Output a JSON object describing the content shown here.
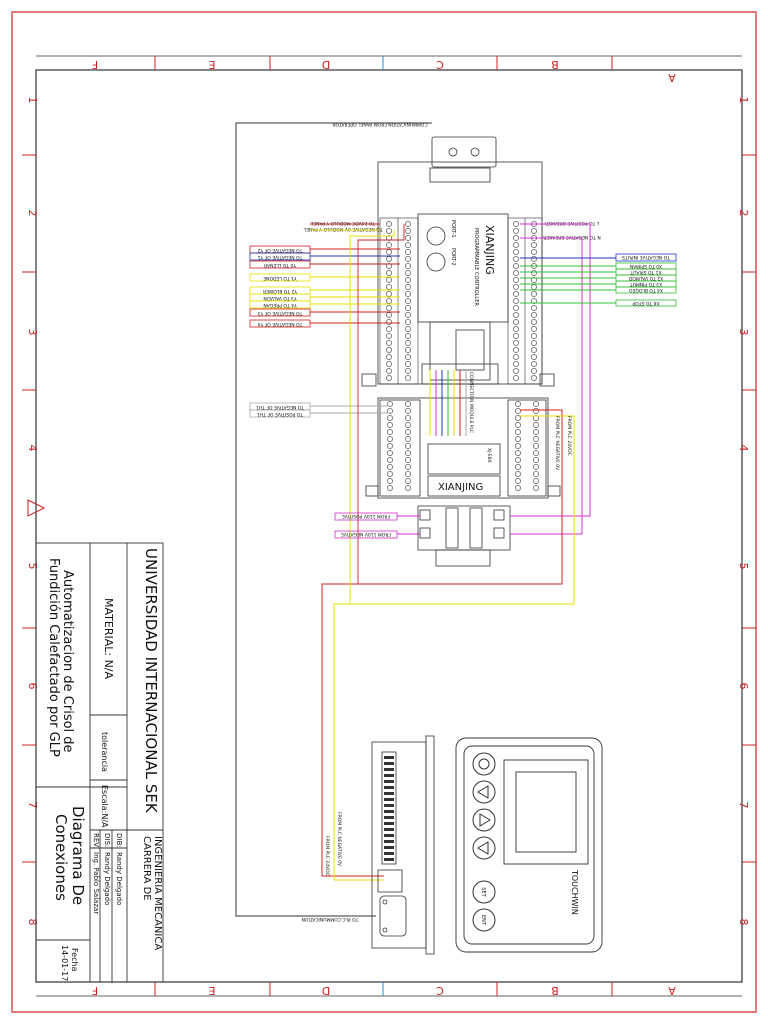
{
  "drawing": {
    "grid_letters": [
      "A",
      "B",
      "C",
      "D",
      "E",
      "F"
    ],
    "grid_numbers": [
      "1",
      "2",
      "3",
      "4",
      "5",
      "6",
      "7",
      "8"
    ]
  },
  "title_block": {
    "university": "UNIVERSIDAD INTERNACIONAL SEK",
    "career_line1": "CARRERA DE",
    "career_line2": "INGENIERIA MECANICA",
    "project_line1": "Automatizacion de Crisol de",
    "project_line2": "Fundición Calefactado por GLP",
    "material": "MATERIAL: N/A",
    "tolerance": "tolerancia",
    "scale": "Escala:N/A",
    "dib_label": "DIB:",
    "dib_value": "Randy Delgado",
    "dis_label": "DIS:",
    "dis_value": "Randy Delgado",
    "rev_label": "REV:",
    "rev_value": "Ing. Pablo Salazar",
    "title_line1": "Diagrama De",
    "title_line2": "Conexiones",
    "date_label": "Fecha",
    "date_value": "14-01-17"
  },
  "plc": {
    "brand": "XIANJING",
    "model": "PROGRAMMABLE CONTROLLER",
    "port1": "PORT-1",
    "port2": "PORT-2",
    "expansion_brand": "XIANJING",
    "expansion_label": "CONNECTION MODULE PLC",
    "expansion_sub": "XJ-E8X"
  },
  "hmi": {
    "brand": "TOUCHWIN",
    "key_set": "SET",
    "key_ent": "ENT"
  },
  "labels": {
    "comm_top": "COMMUNICATION FROM PANEL OPERATOR",
    "comm_bottom": "TO PLC COMMUNICATION",
    "to_24vdc": "TO 24VDC MODULO Y PANEL",
    "to_neg_24v": "TO NEGATIVE 0V MODULO Y PANEL",
    "to_pos_breaker": "L TO POSITIVE BREAKER",
    "to_neg_breaker": "N TO NEGATIVE BREAKER",
    "to_neg_inputs": "TO NEGATIVE INPUTS",
    "inputs": [
      "X0 TO SPIMAN",
      "X1 TO SPIAUT",
      "X2 TO VALMOD",
      "X3 TO PINMUT",
      "X4 TO BLOQEO",
      "X6 TO STOP"
    ],
    "outputs_top": [
      "TO NEGATIVE OF Y2",
      "TO NEGATIVE OF Y1",
      "Y0 TO LLENAR"
    ],
    "outputs_mid": [
      "Y1 TO LEDONE",
      "Y2 TO BLOWER",
      "Y3 TO VALVEIN",
      "Y4 TO PREGAN"
    ],
    "outputs_low": [
      "TO NEGATIVE OF Y3",
      "TO NEGATIVE OF Y4"
    ],
    "analog": [
      "TO NEGATIVE OF TH1",
      "TO POSITIVE OF TH1"
    ],
    "from_plc_24": "FROM PLC 24VDC",
    "from_plc_neg": "FROM PLC NEGATIVE 0V",
    "from_110_pos": "FROM 110V POSITIVE",
    "from_110_neg": "FROM 110V NEGATIVE",
    "hmi_from_neg": "FROM PLC NEGATIVE 0V",
    "hmi_from_24": "FROM PLC 24VDC"
  }
}
